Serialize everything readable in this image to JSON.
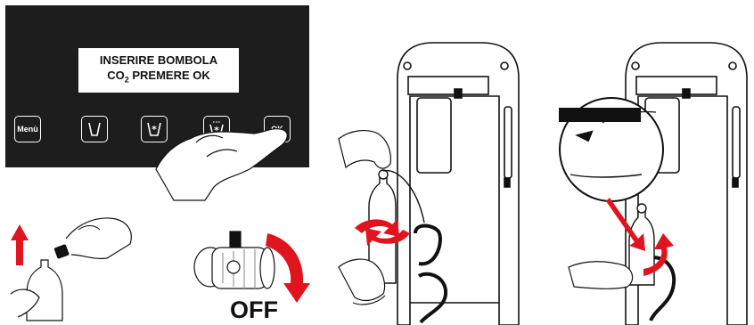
{
  "display": {
    "line1": "INSERIRE BOMBOLA",
    "line2_prefix": "CO",
    "line2_sub": "2",
    "line2_suffix": " PREMERE OK"
  },
  "buttons": {
    "menu_label": "Menù",
    "ok_label": "OK"
  },
  "valve_state_label": "OFF",
  "colors": {
    "panel": "#1d1d1d",
    "arrow_red": "#e0141e",
    "line": "#111111"
  },
  "icons": [
    "pointing-hand-icon",
    "up-arrow-icon",
    "rotate-clockwise-arrow-icon",
    "rotate-arrows-icon",
    "cylinder-icon",
    "valve-icon",
    "dispenser-icon",
    "magnifier-icon"
  ]
}
